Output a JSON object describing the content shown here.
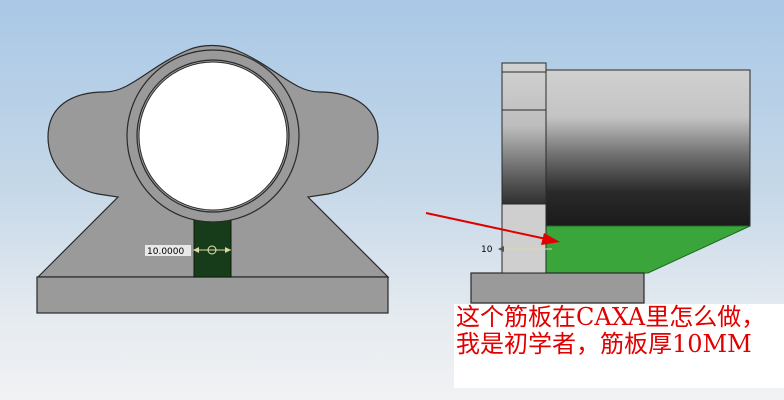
{
  "colors": {
    "part_fill": "#9a9a9a",
    "part_stroke": "#2a2a2a",
    "selected_rib": "#173c1a",
    "rib_green": "#3aa53a",
    "arrow_red": "#e00000",
    "background_top": "#a9c8e6",
    "background_bottom": "#f1f2f4"
  },
  "front_view": {
    "dimension_label": "10.0000"
  },
  "side_view": {
    "dimension_label": "10"
  },
  "question": {
    "text": "这个筋板在CAXA里怎么做，我是初学者，筋板厚10MM"
  }
}
